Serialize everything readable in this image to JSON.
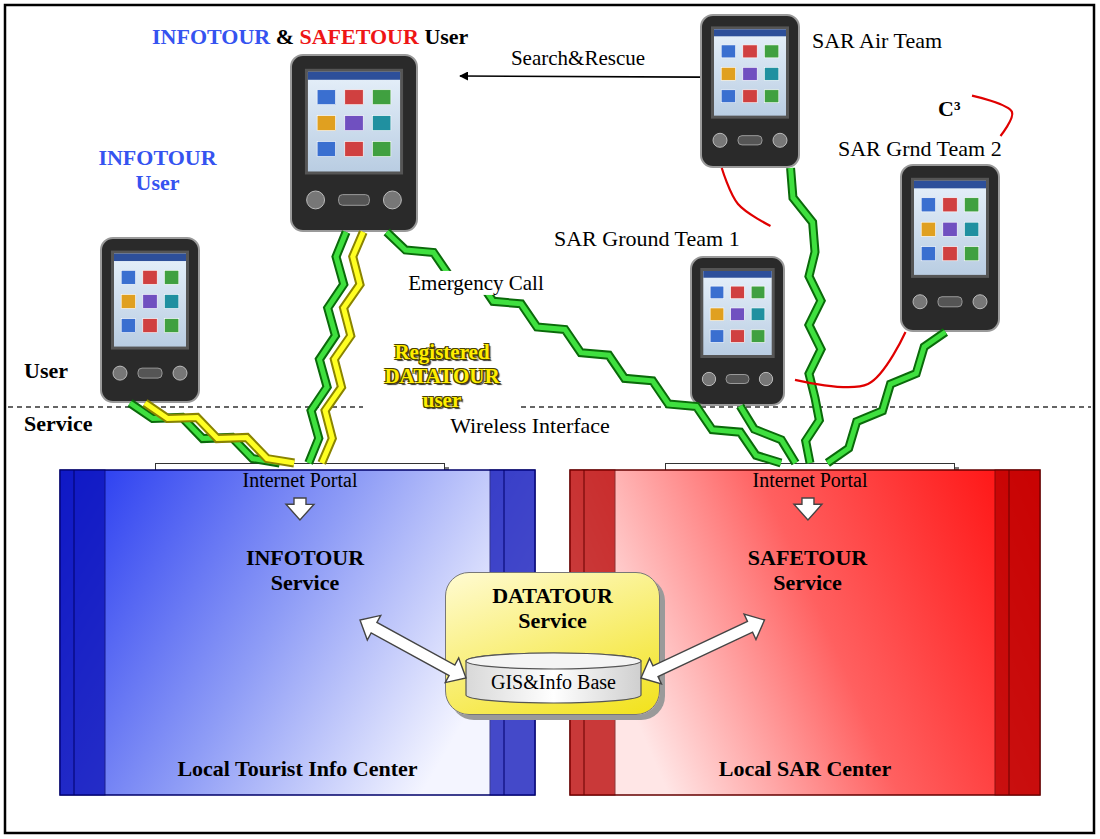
{
  "diagram": {
    "nodes": [
      {
        "text": [
          "INFOTOUR & SAFETOUR User"
        ]
      },
      {
        "text": [
          "INFOTOUR User"
        ]
      },
      {
        "text": [
          "SAR Air Team"
        ]
      },
      {
        "text": [
          "SAR Ground Team 1"
        ]
      },
      {
        "text": [
          "SAR Grnd Team 2"
        ]
      },
      {
        "text": [
          "Local Tourist Info Center"
        ]
      },
      {
        "text": [
          "Internet Portal"
        ],
        "in": 5
      },
      {
        "text": [
          "INFOTOUR Service"
        ],
        "in": 5
      },
      {
        "text": [
          "Local SAR Center"
        ]
      },
      {
        "text": [
          "Internet Portal"
        ],
        "in": 8
      },
      {
        "text": [
          "SAFETOUR Service"
        ],
        "in": 8
      },
      {
        "text": [
          "DATATOUR Service"
        ]
      },
      {
        "text": [
          "GIS&Info Base"
        ],
        "in": 11
      }
    ],
    "edges": [
      {
        "from": 2,
        "to": 0,
        "arrow": "to",
        "label": "Search&Rescue"
      },
      {
        "from": 1,
        "to": 6,
        "arrow": "none"
      },
      {
        "from": 1,
        "to": 6,
        "arrow": "none"
      },
      {
        "from": 0,
        "to": 6,
        "arrow": "none"
      },
      {
        "from": 0,
        "to": 6,
        "arrow": "none",
        "label": "Registered DATATOUR user"
      },
      {
        "from": 0,
        "to": 9,
        "arrow": "none",
        "label": "Emergency Call"
      },
      {
        "from": 2,
        "to": 9,
        "arrow": "none"
      },
      {
        "from": 3,
        "to": 9,
        "arrow": "none"
      },
      {
        "from": 4,
        "to": 9,
        "arrow": "none"
      },
      {
        "from": 6,
        "to": 7,
        "arrow": "to"
      },
      {
        "from": 9,
        "to": 10,
        "arrow": "to"
      },
      {
        "from": 7,
        "to": 12,
        "arrow": "both"
      },
      {
        "from": 10,
        "to": 12,
        "arrow": "both"
      },
      {
        "from": 2,
        "to": 4,
        "arrow": "none"
      },
      {
        "from": 2,
        "to": 3,
        "arrow": "none"
      },
      {
        "from": 3,
        "to": 4,
        "arrow": "none"
      }
    ],
    "labels": [
      "User",
      "Service",
      "Wireless Interface",
      "C³"
    ]
  }
}
